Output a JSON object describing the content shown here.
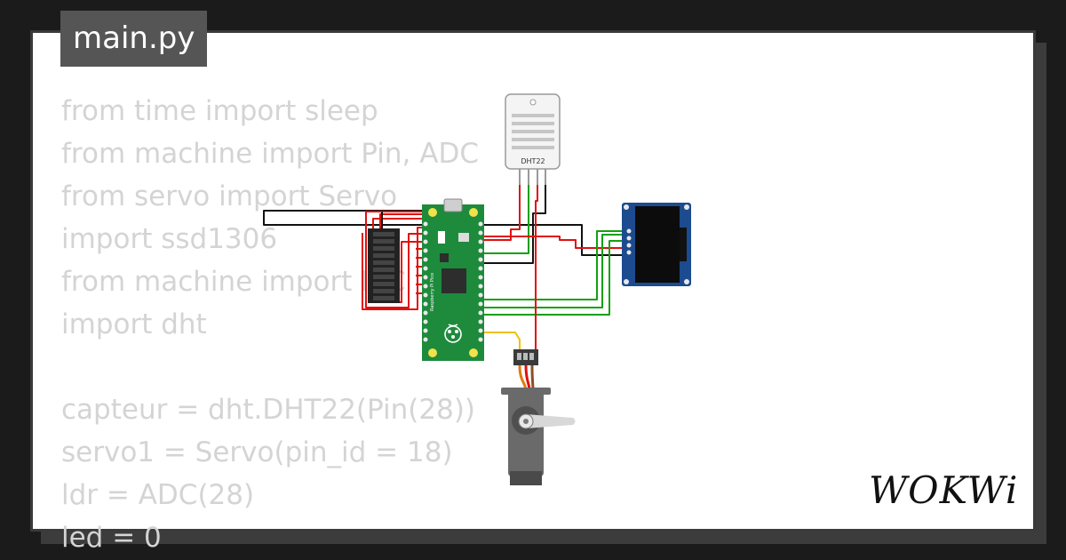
{
  "tab": {
    "filename": "main.py"
  },
  "code_lines": [
    "from time import sleep",
    "from machine import Pin, ADC",
    "from servo import Servo",
    "import ssd1306",
    "from machine import I2C",
    "import dht",
    "",
    "capteur = dht.DHT22(Pin(28))",
    "servo1 = Servo(pin_id = 18)",
    "ldr = ADC(28)",
    "led = 0"
  ],
  "components": {
    "sensor_label": "DHT22",
    "board_name": "Raspberry Pi Pico"
  },
  "brand": {
    "logo": "WOKWi"
  },
  "colors": {
    "code_text": "#d4d4d4",
    "tab_bg": "#555555",
    "pico_green": "#1e8a3c",
    "oled_blue": "#1c4b8f",
    "wire_red": "#e01010",
    "wire_green": "#12a012",
    "wire_black": "#111111",
    "wire_yellow": "#f0c000",
    "servo_body": "#6a6a6a"
  }
}
